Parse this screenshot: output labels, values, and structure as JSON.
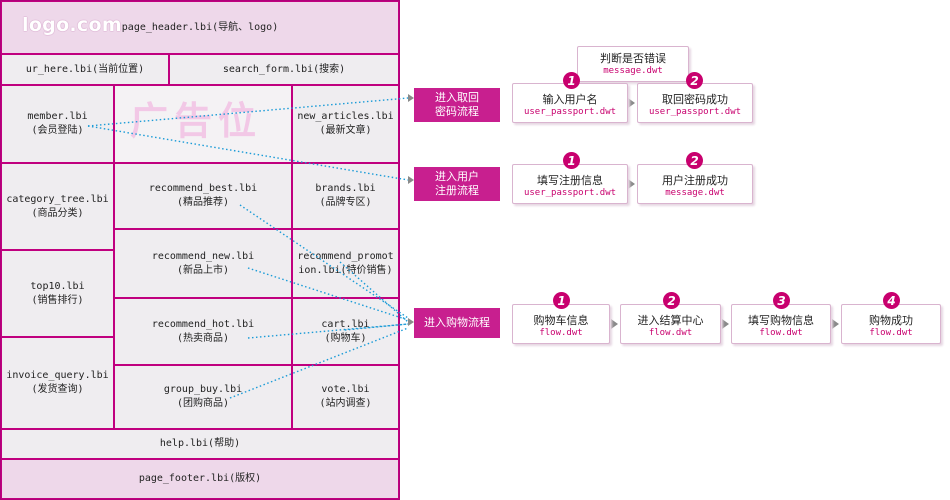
{
  "layout": {
    "logo": "logo.com",
    "ad_slot": "广告位",
    "blocks": {
      "header": [
        "page_header.lbi(导航、logo)"
      ],
      "ur_here": [
        "ur_here.lbi(当前位置)"
      ],
      "search_form": [
        "search_form.lbi(搜索)"
      ],
      "member": [
        "member.lbi",
        "(会员登陆)"
      ],
      "new_articles": [
        "new_articles.lbi",
        "(最新文章)"
      ],
      "category_tree": [
        "category_tree.lbi",
        "(商品分类)"
      ],
      "recommend_best": [
        "recommend_best.lbi",
        "(精品推荐)"
      ],
      "brands": [
        "brands.lbi",
        "(品牌专区)"
      ],
      "top10": [
        "top10.lbi",
        "(销售排行)"
      ],
      "recommend_new": [
        "recommend_new.lbi",
        "(新品上市)"
      ],
      "recommend_promotion": [
        "recommend_promot",
        "ion.lbi(特价销售)"
      ],
      "recommend_hot": [
        "recommend_hot.lbi",
        "(热卖商品)"
      ],
      "cart": [
        "cart.lbi",
        "(购物车)"
      ],
      "invoice_query": [
        "invoice_query.lbi",
        "(发货查询)"
      ],
      "group_buy": [
        "group_buy.lbi",
        "(团购商品)"
      ],
      "vote": [
        "vote.lbi",
        "(站内调查)"
      ],
      "help": [
        "help.lbi(帮助)"
      ],
      "footer": [
        "page_footer.lbi(版权)"
      ]
    }
  },
  "flows": {
    "password": {
      "entry": [
        "进入取回",
        "密码流程"
      ],
      "note": {
        "text": "判断是否错误",
        "file": "message.dwt"
      },
      "steps": [
        {
          "num": "1",
          "text": "输入用户名",
          "file": "user_passport.dwt"
        },
        {
          "num": "2",
          "text": "取回密码成功",
          "file": "user_passport.dwt"
        }
      ]
    },
    "register": {
      "entry": [
        "进入用户",
        "注册流程"
      ],
      "steps": [
        {
          "num": "1",
          "text": "填写注册信息",
          "file": "user_passport.dwt"
        },
        {
          "num": "2",
          "text": "用户注册成功",
          "file": "message.dwt"
        }
      ]
    },
    "shopping": {
      "entry": [
        "进入购物流程"
      ],
      "steps": [
        {
          "num": "1",
          "text": "购物车信息",
          "file": "flow.dwt"
        },
        {
          "num": "2",
          "text": "进入结算中心",
          "file": "flow.dwt"
        },
        {
          "num": "3",
          "text": "填写购物信息",
          "file": "flow.dwt"
        },
        {
          "num": "4",
          "text": "购物成功",
          "file": "flow.dwt"
        }
      ]
    }
  },
  "colors": {
    "accent": "#c81f8f",
    "border": "#c0007f",
    "block_bg": "#efedf0",
    "header_bg": "#eed8ea",
    "link_dots": "#1a9bd7"
  }
}
